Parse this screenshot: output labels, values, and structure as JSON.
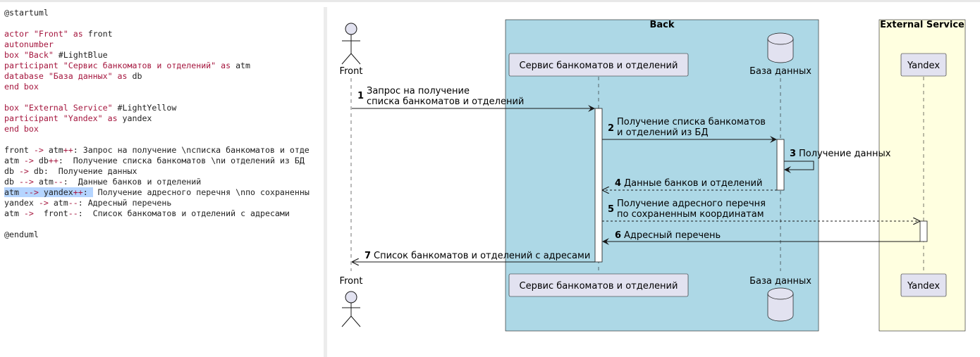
{
  "editor": {
    "lines": [
      [
        {
          "t": "@startuml",
          "c": "plain"
        }
      ],
      [],
      [
        {
          "t": "actor ",
          "c": "kw"
        },
        {
          "t": "\"Front\"",
          "c": "str"
        },
        {
          "t": " as ",
          "c": "kw"
        },
        {
          "t": "front",
          "c": "plain"
        }
      ],
      [
        {
          "t": "autonumber",
          "c": "kw"
        }
      ],
      [
        {
          "t": "box ",
          "c": "kw"
        },
        {
          "t": "\"Back\"",
          "c": "str"
        },
        {
          "t": " #LightBlue",
          "c": "plain"
        }
      ],
      [
        {
          "t": "participant ",
          "c": "kw"
        },
        {
          "t": "\"Сервис банкоматов и отделений\"",
          "c": "str"
        },
        {
          "t": " as ",
          "c": "kw"
        },
        {
          "t": "atm",
          "c": "plain"
        }
      ],
      [
        {
          "t": "database ",
          "c": "kw"
        },
        {
          "t": "\"База данных\"",
          "c": "str"
        },
        {
          "t": " as ",
          "c": "kw"
        },
        {
          "t": "db",
          "c": "plain"
        }
      ],
      [
        {
          "t": "end box",
          "c": "kw"
        }
      ],
      [],
      [
        {
          "t": "box ",
          "c": "kw"
        },
        {
          "t": "\"External Service\"",
          "c": "str"
        },
        {
          "t": " #LightYellow",
          "c": "plain"
        }
      ],
      [
        {
          "t": "participant ",
          "c": "kw"
        },
        {
          "t": "\"Yandex\"",
          "c": "str"
        },
        {
          "t": " as ",
          "c": "kw"
        },
        {
          "t": "yandex",
          "c": "plain"
        }
      ],
      [
        {
          "t": "end box",
          "c": "kw"
        }
      ],
      [],
      [
        {
          "t": "front ",
          "c": "plain"
        },
        {
          "t": "->",
          "c": "op"
        },
        {
          "t": " atm",
          "c": "plain"
        },
        {
          "t": "++",
          "c": "op"
        },
        {
          "t": ": Запрос на получение \\nсписка банкоматов и отде",
          "c": "plain"
        }
      ],
      [
        {
          "t": "atm ",
          "c": "plain"
        },
        {
          "t": "->",
          "c": "op"
        },
        {
          "t": " db",
          "c": "plain"
        },
        {
          "t": "++",
          "c": "op"
        },
        {
          "t": ":  Получение списка банкоматов \\nи отделений из БД",
          "c": "plain"
        }
      ],
      [
        {
          "t": "db ",
          "c": "plain"
        },
        {
          "t": "->",
          "c": "op"
        },
        {
          "t": " db:  Получение данных",
          "c": "plain"
        }
      ],
      [
        {
          "t": "db ",
          "c": "plain"
        },
        {
          "t": "-->",
          "c": "op"
        },
        {
          "t": " atm",
          "c": "plain"
        },
        {
          "t": "--",
          "c": "op"
        },
        {
          "t": ":  Данные банков и отделений",
          "c": "plain"
        }
      ],
      [
        {
          "t": "atm ",
          "c": "plain",
          "h": true
        },
        {
          "t": "-->",
          "c": "op",
          "h": true
        },
        {
          "t": " yandex",
          "c": "plain",
          "h": true
        },
        {
          "t": "++",
          "c": "op",
          "h": true
        },
        {
          "t": ": ",
          "c": "plain",
          "h": true
        },
        {
          "t": " Получение адресного перечня \\nпо сохраненны",
          "c": "plain"
        }
      ],
      [
        {
          "t": "yandex ",
          "c": "plain"
        },
        {
          "t": "->",
          "c": "op"
        },
        {
          "t": " atm",
          "c": "plain"
        },
        {
          "t": "--",
          "c": "op"
        },
        {
          "t": ": Адресный перечень",
          "c": "plain"
        }
      ],
      [
        {
          "t": "atm ",
          "c": "plain"
        },
        {
          "t": "->",
          "c": "op"
        },
        {
          "t": "  front",
          "c": "plain"
        },
        {
          "t": "--",
          "c": "op"
        },
        {
          "t": ":  Список банкоматов и отделений с адресами",
          "c": "plain"
        }
      ],
      [],
      [
        {
          "t": "@enduml",
          "c": "plain"
        }
      ]
    ]
  },
  "diagram": {
    "boxes": {
      "back_title": "Back",
      "back_color": "#add8e6",
      "external_title": "External Service",
      "external_color": "#ffffe0"
    },
    "participants": {
      "front": "Front",
      "atm": "Сервис банкоматов и отделений",
      "db": "База данных",
      "yandex": "Yandex"
    },
    "messages": [
      {
        "num": "1",
        "lines": [
          "Запрос на получение",
          "списка банкоматов и отделений"
        ]
      },
      {
        "num": "2",
        "lines": [
          "Получение списка банкоматов",
          "и отделений из БД"
        ]
      },
      {
        "num": "3",
        "lines": [
          "Получение данных"
        ]
      },
      {
        "num": "4",
        "lines": [
          "Данные банков и отделений"
        ]
      },
      {
        "num": "5",
        "lines": [
          "Получение адресного перечня",
          "по сохраненным координатам"
        ]
      },
      {
        "num": "6",
        "lines": [
          "Адресный перечень"
        ]
      },
      {
        "num": "7",
        "lines": [
          "Список банкоматов и отделений с адресами"
        ]
      }
    ]
  }
}
